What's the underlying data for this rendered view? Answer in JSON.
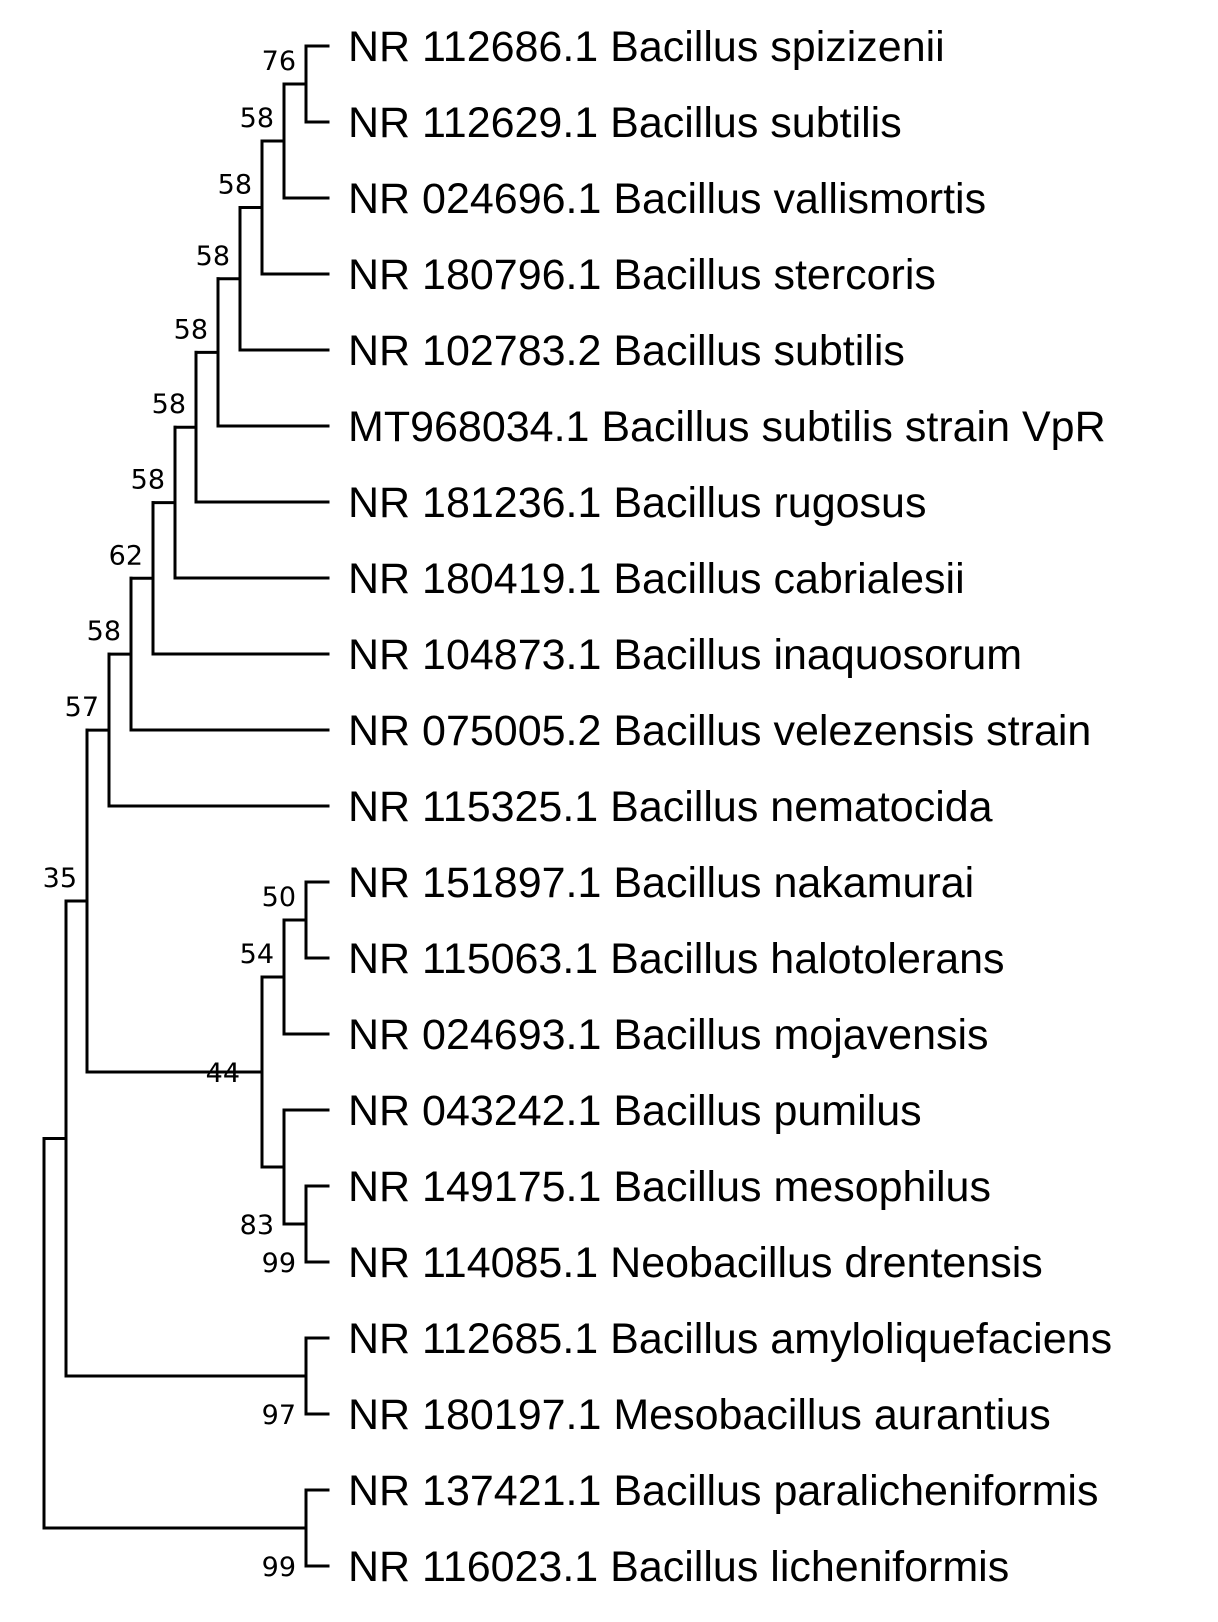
{
  "taxa": [
    "NR 112686.1 Bacillus spizizenii",
    "NR 112629.1 Bacillus subtilis",
    "NR 024696.1 Bacillus vallismortis",
    "NR 180796.1 Bacillus stercoris",
    "NR 102783.2 Bacillus subtilis",
    "MT968034.1 Bacillus subtilis strain VpR",
    "NR 181236.1 Bacillus rugosus",
    "NR 180419.1 Bacillus cabrialesii",
    "NR 104873.1 Bacillus inaquosorum",
    "NR 075005.2 Bacillus velezensis strain",
    "NR 115325.1 Bacillus nematocida",
    "NR 151897.1 Bacillus nakamurai",
    "NR 115063.1 Bacillus halotolerans",
    "NR 024693.1 Bacillus mojavensis",
    "NR 043242.1 Bacillus pumilus",
    "NR 149175.1 Bacillus mesophilus",
    "NR 114085.1 Neobacillus drentensis",
    "NR 112685.1 Bacillus amyloliquefaciens",
    "NR 180197.1 Mesobacillus aurantius",
    "NR 137421.1 Bacillus paralicheniformis",
    "NR 116023.1 Bacillus licheniformis"
  ],
  "bootstrap": [
    {
      "id": "n1",
      "value": "76"
    },
    {
      "id": "n2",
      "value": "58"
    },
    {
      "id": "n3",
      "value": "58"
    },
    {
      "id": "n4",
      "value": "58"
    },
    {
      "id": "n5",
      "value": "58"
    },
    {
      "id": "n6",
      "value": "58"
    },
    {
      "id": "n7",
      "value": "58"
    },
    {
      "id": "n8",
      "value": "62"
    },
    {
      "id": "n9",
      "value": "58"
    },
    {
      "id": "n10",
      "value": "57"
    },
    {
      "id": "n11",
      "value": "50"
    },
    {
      "id": "n12",
      "value": "54"
    },
    {
      "id": "n13",
      "value": "99"
    },
    {
      "id": "n14",
      "value": "83"
    },
    {
      "id": "n15",
      "value": "44"
    },
    {
      "id": "n16",
      "value": "35"
    },
    {
      "id": "n17",
      "value": "97"
    },
    {
      "id": "n18",
      "value": "99"
    }
  ]
}
